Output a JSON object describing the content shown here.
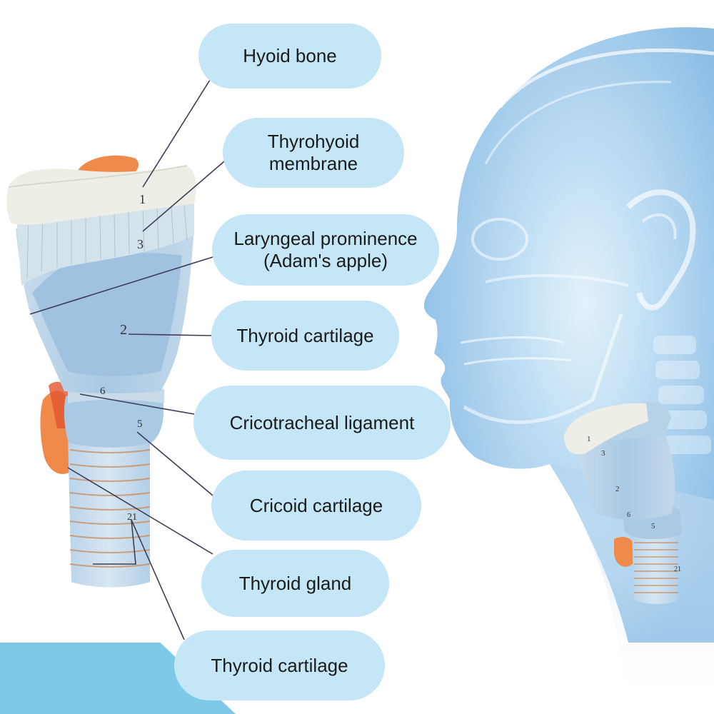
{
  "labels": {
    "hyoid_bone": {
      "lines": [
        "Hyoid bone"
      ]
    },
    "thyrohyoid_membrane": {
      "lines": [
        "Thyrohyoid",
        "membrane"
      ]
    },
    "laryngeal_prominence": {
      "lines": [
        "Laryngeal prominence",
        "(Adam's apple)"
      ]
    },
    "thyroid_cartilage": {
      "lines": [
        "Thyroid cartilage"
      ]
    },
    "cricotracheal_ligament": {
      "lines": [
        "Cricotracheal ligament"
      ]
    },
    "cricoid_cartilage": {
      "lines": [
        "Cricoid cartilage"
      ]
    },
    "thyroid_gland": {
      "lines": [
        "Thyroid gland"
      ]
    },
    "thyroid_cartilage_2": {
      "lines": [
        "Thyroid cartilage"
      ]
    }
  },
  "model_numbers": {
    "n1": "1",
    "n2": "2",
    "n3": "3",
    "n5": "5",
    "n6": "6",
    "n21": "21"
  },
  "small_model_numbers": {
    "n1": "1",
    "n2": "2",
    "n3": "3",
    "n5": "5",
    "n6": "6",
    "n21": "21"
  },
  "colors": {
    "pill": "#c4e6f6",
    "leader_line": "#3f3d56",
    "cartilage_blue": "#a9c9e4",
    "bone_white": "#efeee6",
    "gland_orange": "#f08a4b",
    "accent_band": "#7ec9e8"
  }
}
